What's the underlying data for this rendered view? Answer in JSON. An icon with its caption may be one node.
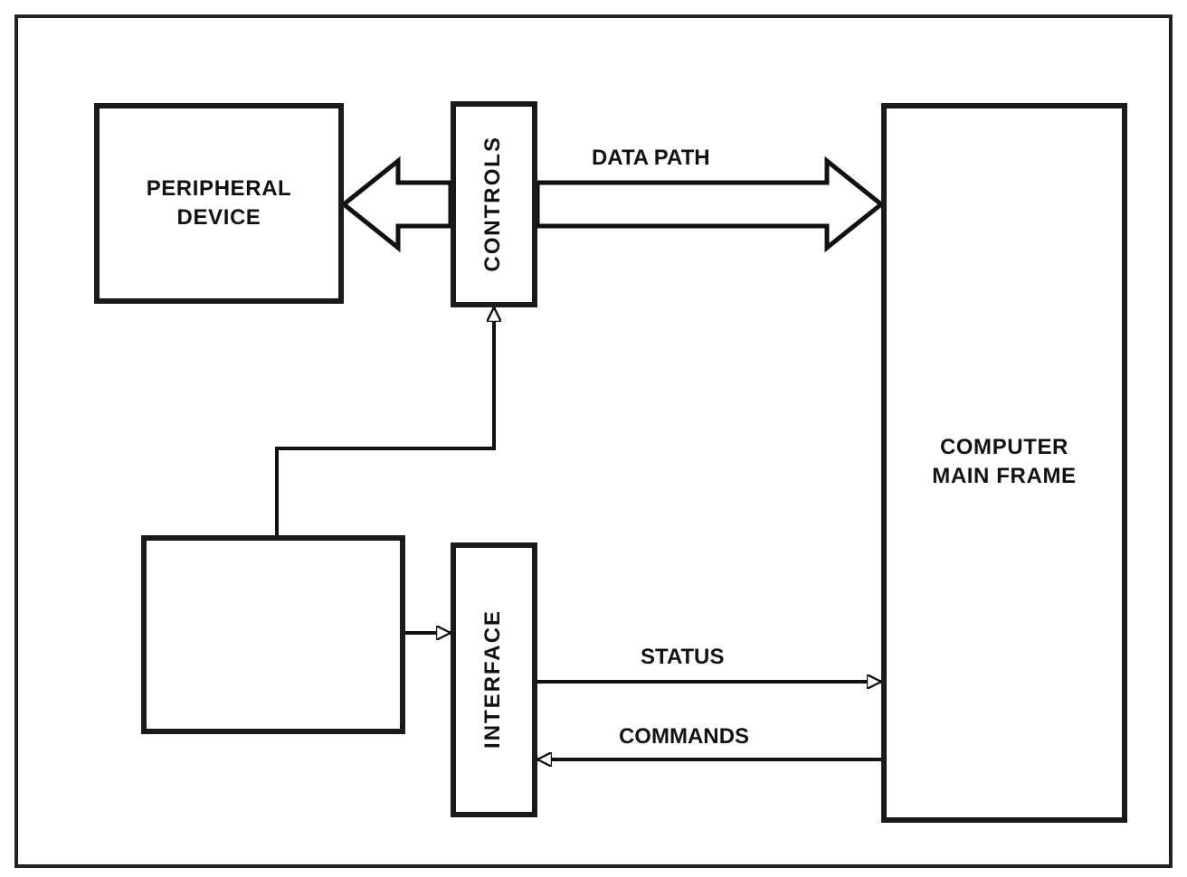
{
  "diagram": {
    "nodes": [
      {
        "text": [
          "PERIPHERAL DEVICE"
        ]
      },
      {
        "text": [
          "CONTROLS"
        ]
      },
      {
        "text": [
          "COMPUTER MAIN FRAME"
        ]
      },
      {
        "text": [],
        "shape": "box"
      },
      {
        "text": [
          "INTERFACE"
        ]
      }
    ],
    "edges": [
      {
        "from": 1,
        "to": 0,
        "arrow": "to",
        "style": "thick"
      },
      {
        "from": 1,
        "to": 2,
        "arrow": "to",
        "style": "thick",
        "label": "DATA PATH"
      },
      {
        "from": 3,
        "to": 1,
        "arrow": "to"
      },
      {
        "from": 3,
        "to": 4,
        "arrow": "to"
      },
      {
        "from": 4,
        "to": 2,
        "arrow": "to",
        "label": "STATUS"
      },
      {
        "from": 2,
        "to": 4,
        "arrow": "to",
        "label": "COMMANDS"
      }
    ]
  }
}
